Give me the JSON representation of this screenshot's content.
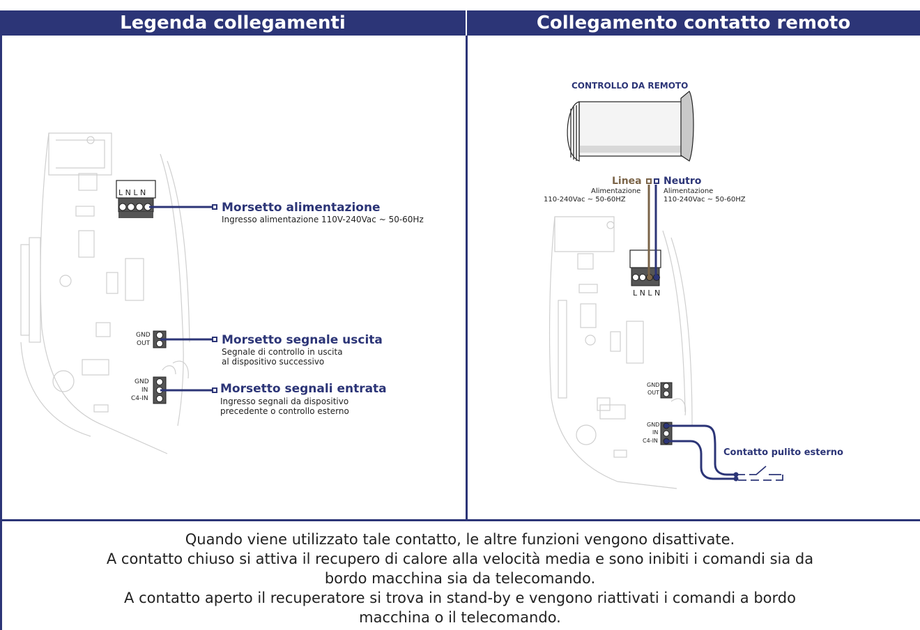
{
  "header": {
    "left_title": "Legenda collegamenti",
    "right_title": "Collegamento contatto remoto"
  },
  "left_panel": {
    "board_labels": {
      "terminal_lnln": "L N L N",
      "gnd_1": "GND",
      "out": "OUT",
      "gnd_2": "GND",
      "in": "IN",
      "c4in": "C4-IN"
    },
    "callouts": [
      {
        "title": "Morsetto alimentazione",
        "desc": [
          "Ingresso alimentazione 110V-240Vac ~ 50-60Hz"
        ]
      },
      {
        "title": "Morsetto segnale uscita",
        "desc": [
          "Segnale di controllo in uscita",
          "al dispositivo successivo"
        ]
      },
      {
        "title": "Morsetto segnali entrata",
        "desc": [
          "Ingresso segnali da dispositivo",
          "precedente o controllo esterno"
        ]
      }
    ]
  },
  "right_panel": {
    "remote_title": "CONTROLLO DA REMOTO",
    "linea": {
      "title": "Linea",
      "desc": [
        "Alimentazione",
        "110-240Vac ~ 50-60HZ"
      ]
    },
    "neutro": {
      "title": "Neutro",
      "desc": [
        "Alimentazione",
        "110-240Vac ~ 50-60HZ"
      ]
    },
    "board_labels": {
      "terminal_lnln": "L N L N",
      "gnd_1": "GND",
      "out": "OUT",
      "gnd_2": "GND",
      "in": "IN",
      "c4in": "C4-IN"
    },
    "contact_label": "Contatto pulito esterno"
  },
  "footer": {
    "lines": [
      "Quando viene utilizzato tale contatto, le altre funzioni vengono disattivate.",
      "A contatto chiuso si attiva il recupero di calore alla velocità media e sono inibiti i comandi sia da",
      "bordo macchina sia da telecomando.",
      "A contatto aperto il recuperatore si trova  in stand-by e vengono riattivati i comandi a bordo",
      "macchina o il telecomando."
    ]
  },
  "colors": {
    "navy": "#2c3577",
    "brown": "#7b6448",
    "board_line": "#c8c8c8"
  }
}
